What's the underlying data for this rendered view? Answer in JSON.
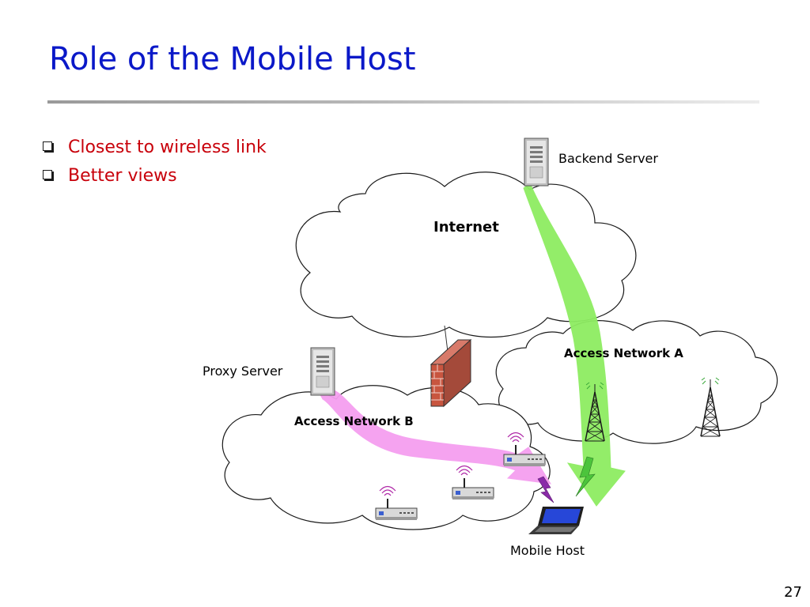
{
  "slide": {
    "title": "Role of the Mobile Host",
    "page_number": "27"
  },
  "bullets": [
    "Closest to wireless link",
    "Better views"
  ],
  "diagram": {
    "clouds": {
      "internet": "Internet",
      "access_a": "Access Network A",
      "access_b": "Access Network B"
    },
    "labels": {
      "backend_server": "Backend Server",
      "proxy_server": "Proxy Server",
      "mobile_host": "Mobile Host"
    },
    "colors": {
      "title": "#0a18c8",
      "bullet_text": "#c8000a",
      "backend_path": "#8eed62",
      "proxy_path": "#f59ff0",
      "wireless_bolt_green": "#4cc43c",
      "wireless_bolt_purple": "#8a2aa8"
    },
    "icons": [
      "server-icon",
      "firewall-icon",
      "radio-tower-icon",
      "wireless-router-icon",
      "laptop-icon",
      "lightning-bolt-icon"
    ]
  }
}
